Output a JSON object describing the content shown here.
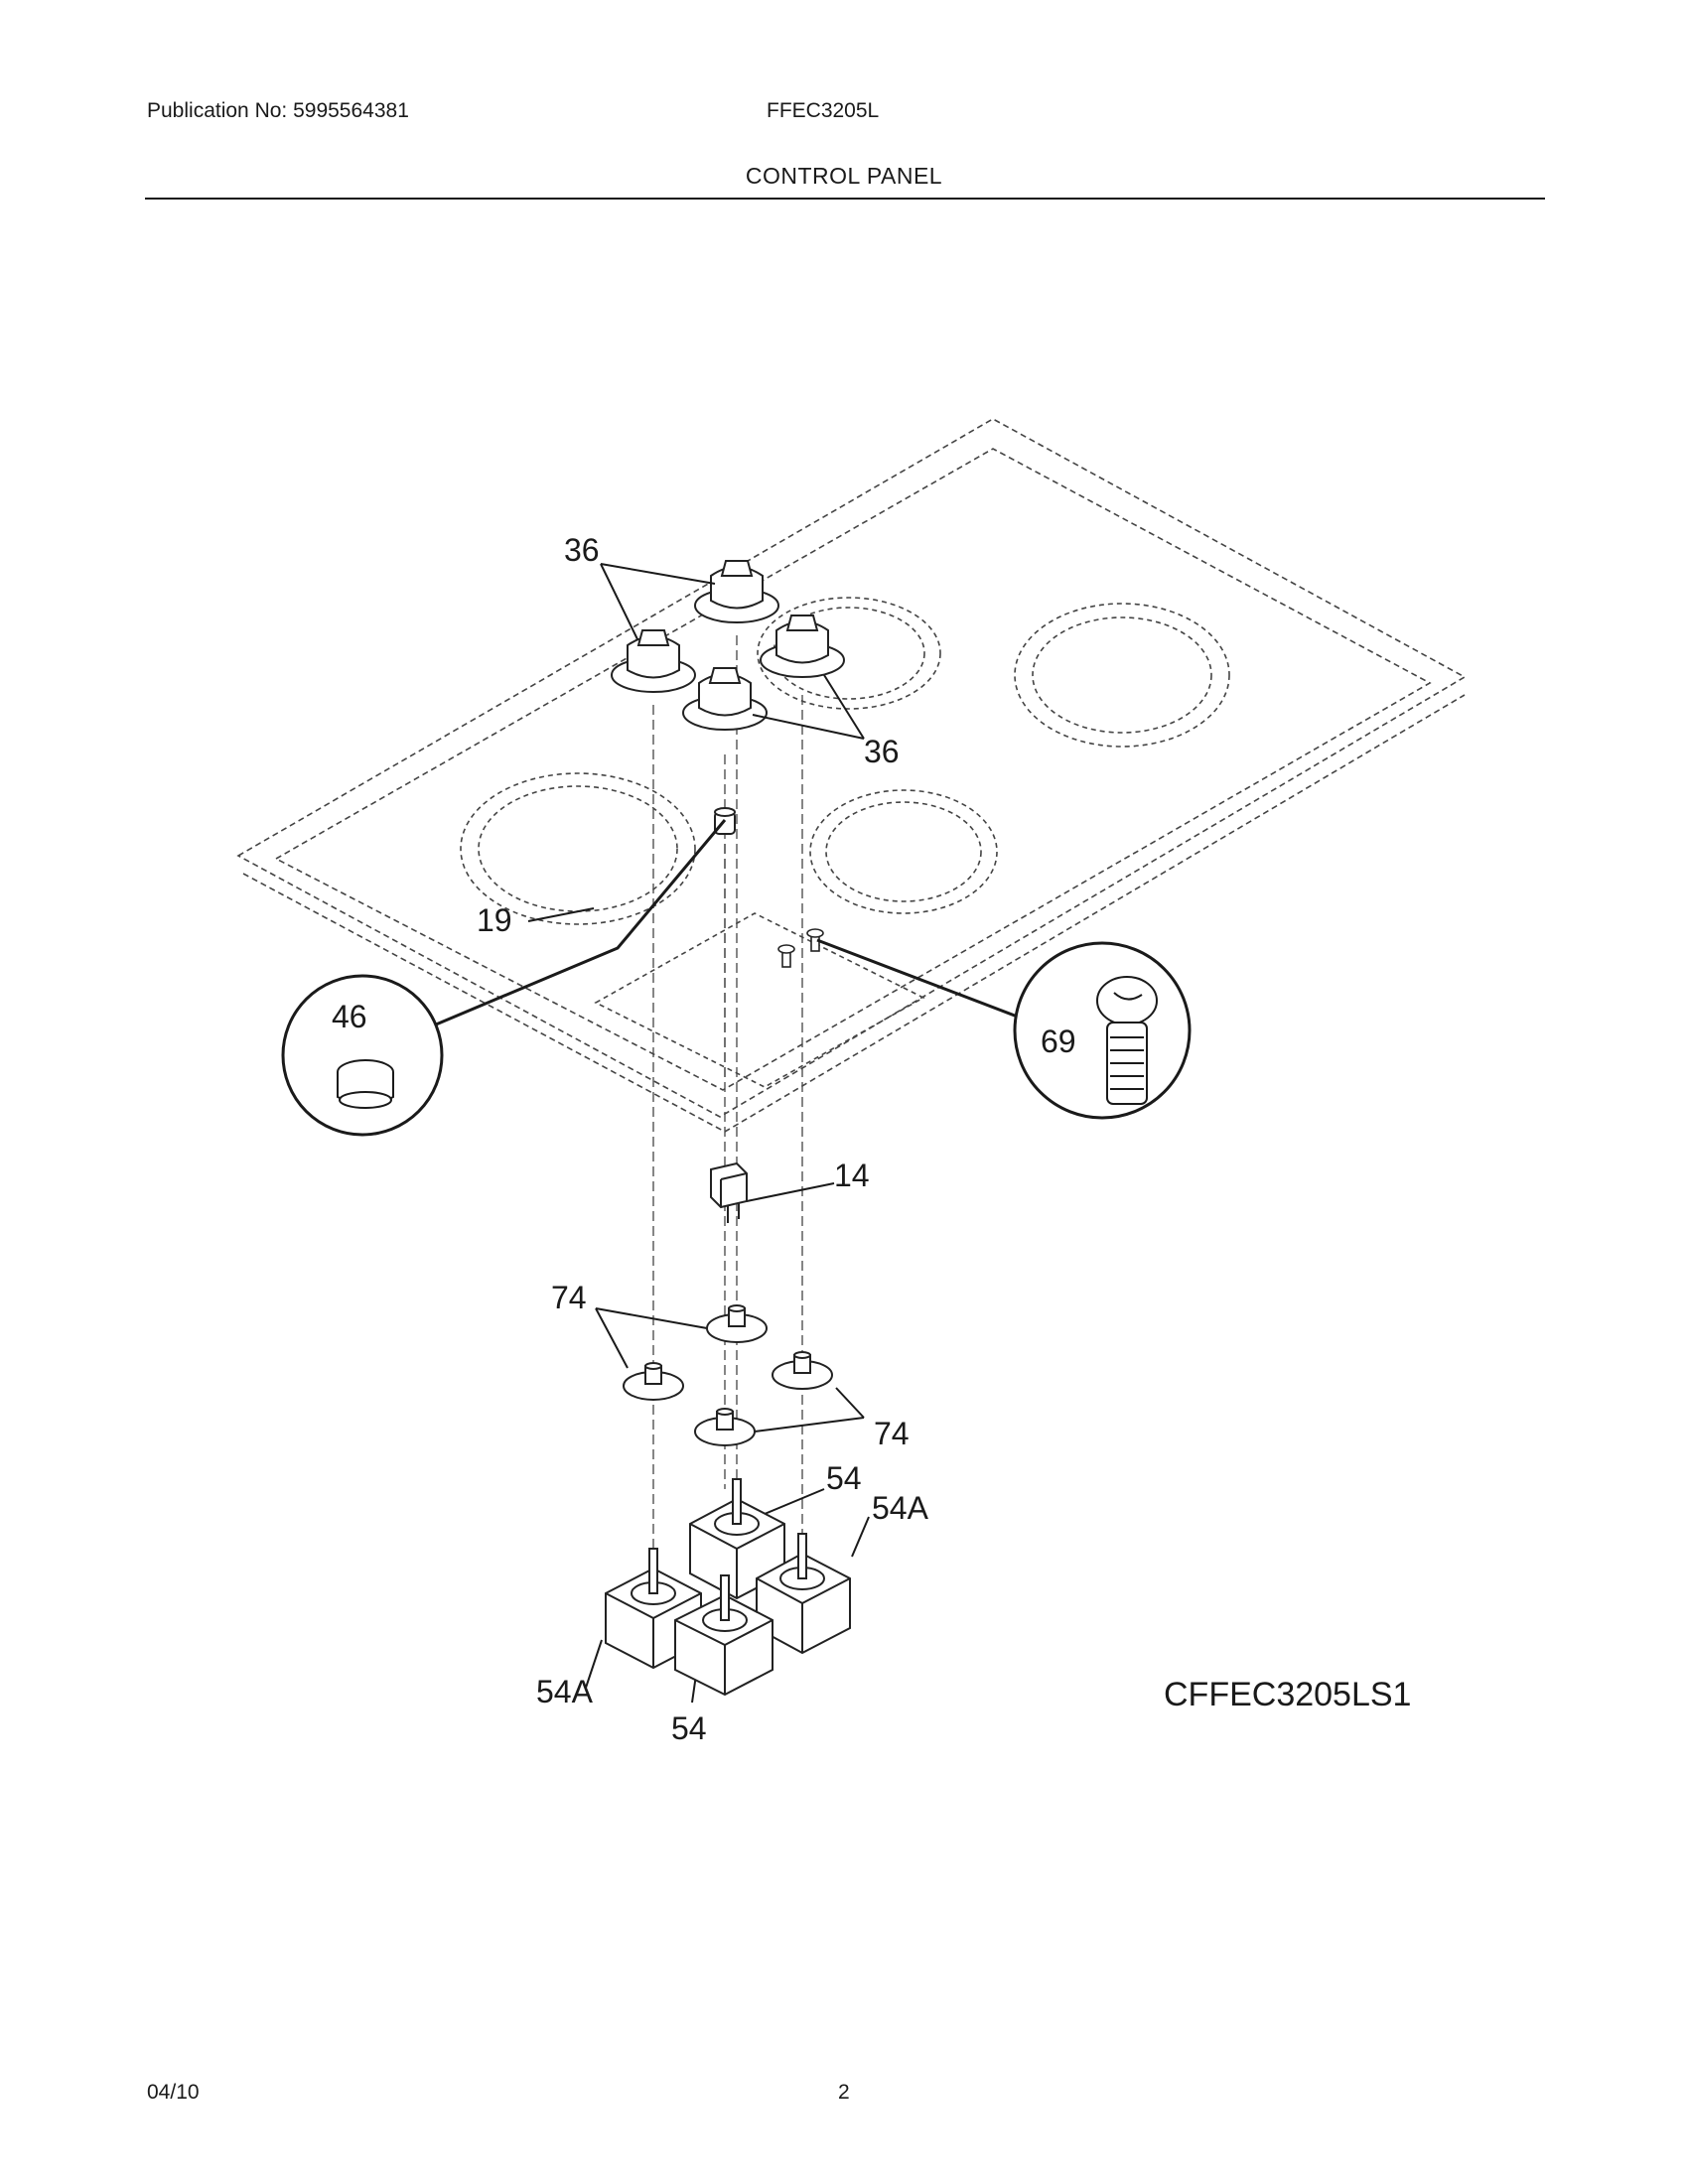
{
  "header": {
    "publication": "Publication No: 5995564381",
    "model": "FFEC3205L",
    "section_title": "CONTROL PANEL"
  },
  "callouts": {
    "knob_a": "36",
    "knob_b": "36",
    "plug_button": "19",
    "plug_detail": "46",
    "screw_detail": "69",
    "indicator_light": "14",
    "spacer_a": "74",
    "spacer_b": "74",
    "switch_a": "54",
    "switch_b": "54A",
    "switch_c": "54A",
    "switch_d": "54"
  },
  "diagram_code": "CFFEC3205LS1",
  "footer": {
    "date": "04/10",
    "page": "2"
  }
}
